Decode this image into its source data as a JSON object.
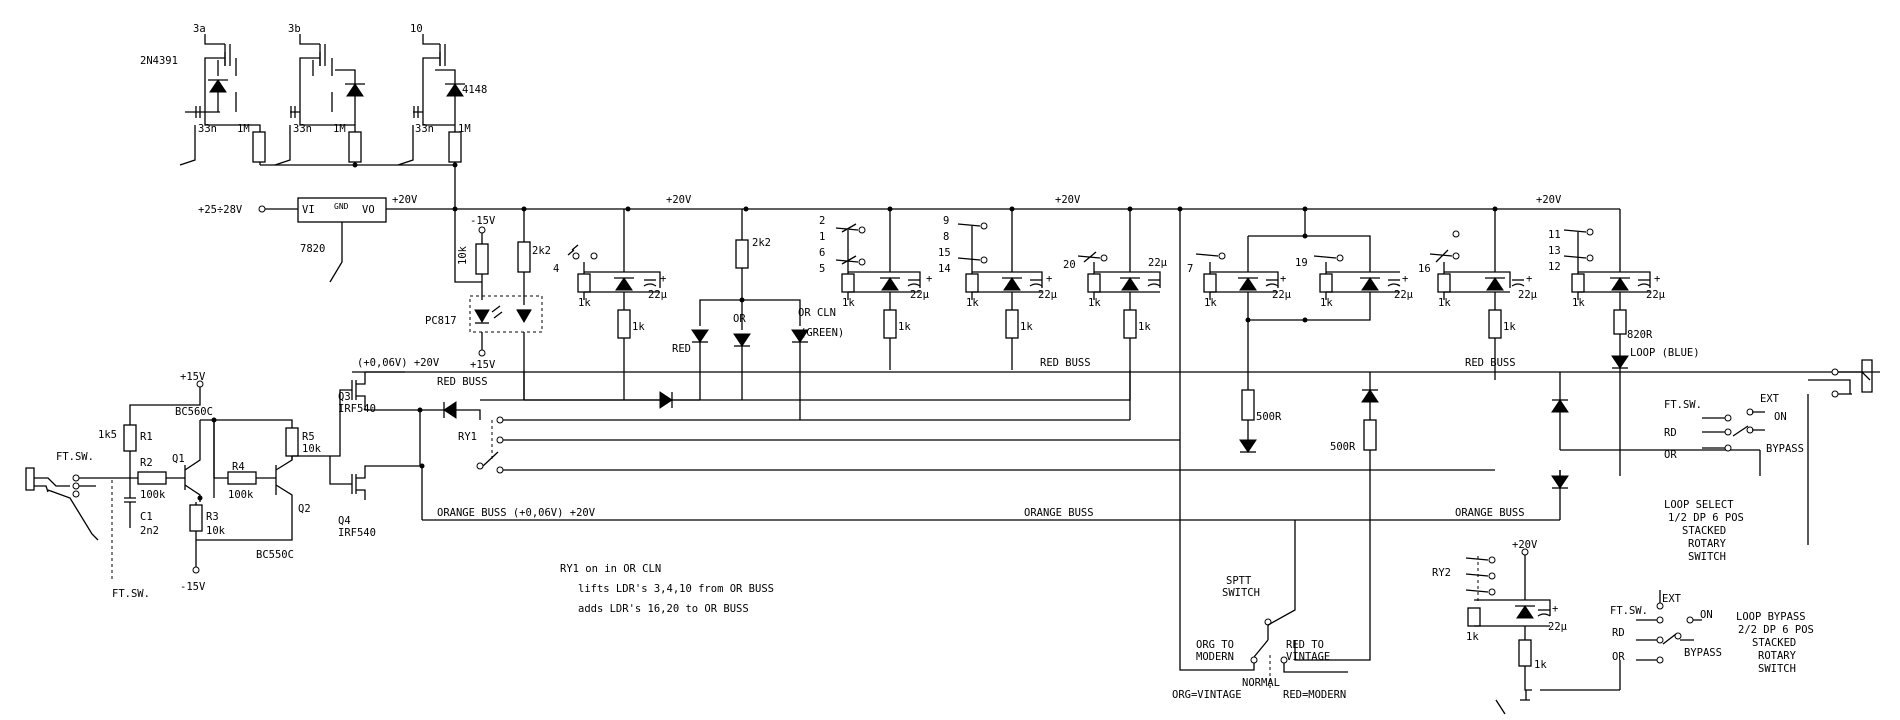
{
  "top_fets": {
    "fets": [
      {
        "pin": "3a",
        "part": "2N4391",
        "cap": "33n",
        "res": "1M",
        "diode": ""
      },
      {
        "pin": "3b",
        "part": "",
        "cap": "33n",
        "res": "1M",
        "diode": ""
      },
      {
        "pin": "10",
        "part": "",
        "cap": "33n",
        "res": "1M",
        "diode": "4148"
      }
    ]
  },
  "supply": {
    "input": "+25÷28V",
    "regulator": "7820",
    "reg_pins": [
      "VI",
      "GND",
      "VO"
    ],
    "rails": [
      "+20V",
      "+20V",
      "+20V",
      "+20V"
    ]
  },
  "optocoupler": {
    "part": "PC817",
    "neg": "-15V",
    "pos": "+15V",
    "res_a": "10k",
    "res_b": "2k2"
  },
  "ldr_stages": [
    {
      "pins": [
        "4"
      ],
      "res": "1k",
      "cap": "22µ",
      "load": "1k"
    },
    {
      "pins": [
        "2",
        "1",
        "6",
        "5"
      ],
      "res": "1k",
      "cap": "22µ",
      "load": "1k"
    },
    {
      "pins": [
        "9",
        "8",
        "15",
        "14"
      ],
      "res": "1k",
      "cap": "22µ",
      "load": "1k"
    },
    {
      "pins": [
        "20"
      ],
      "res": "1k",
      "cap": "22µ",
      "load": "1k"
    },
    {
      "pins": [
        "7"
      ],
      "res": "1k",
      "cap": "22µ",
      "load": "500R"
    },
    {
      "pins": [
        "19"
      ],
      "res": "1k",
      "cap": "22µ",
      "load": "500R"
    },
    {
      "pins": [
        "16"
      ],
      "res": "1k",
      "cap": "22µ",
      "load": "1k"
    },
    {
      "pins": [
        "11",
        "13",
        "12"
      ],
      "res": "1k",
      "cap": "22µ",
      "load": "820R"
    }
  ],
  "indicators": {
    "res": "2k2",
    "leds": [
      "RED",
      "OR",
      "OR CLN",
      "(GREEN)"
    ],
    "loop_led": "LOOP (BLUE)"
  },
  "buses": {
    "red": "RED BUSS",
    "orange": "ORANGE BUSS",
    "orange_full": "ORANGE BUSS (+0,06V) +20V",
    "red_offset": "(+0,06V) +20V"
  },
  "switch_driver": {
    "jack": "FT.SW.",
    "ft_label": "FT.SW.",
    "pos": "+15V",
    "neg": "-15V",
    "q1": "Q1",
    "q1_part": "BC560C",
    "q2": "Q2",
    "q2_part": "BC550C",
    "q3": "Q3",
    "q3_part": "IRF540",
    "q4": "Q4",
    "q4_part": "IRF540",
    "r1": "R1",
    "r1v": "1k5",
    "r2": "R2",
    "r2v": "100k",
    "r3": "R3",
    "r3v": "10k",
    "r4": "R4",
    "r4v": "100k",
    "r5": "R5",
    "r5v": "10k",
    "c1": "C1",
    "c1v": "2n2",
    "relay": "RY1"
  },
  "notes": [
    "RY1 on in OR CLN",
    "lifts LDR's 3,4,10 from OR BUSS",
    "adds LDR's 16,20 to OR BUSS"
  ],
  "spdt": {
    "title": [
      "SPTT",
      "SWITCH"
    ],
    "left": [
      "ORG TO",
      "MODERN"
    ],
    "right": [
      "RED TO",
      "VINTAGE"
    ],
    "normal": "NORMAL",
    "legend": [
      "ORG=VINTAGE",
      "RED=MODERN"
    ]
  },
  "loop_select": {
    "ft": "FT.SW.",
    "rd": "RD",
    "or": "OR",
    "ext": "EXT",
    "on": "ON",
    "bypass": "BYPASS",
    "title": [
      "LOOP SELECT",
      "1/2 DP 6 POS",
      "STACKED",
      "ROTARY",
      "SWITCH"
    ]
  },
  "loop_bypass": {
    "relay": "RY2",
    "rail": "+20V",
    "res": "1k",
    "cap": "22µ",
    "load": "1k",
    "ft": "FT.SW.",
    "rd": "RD",
    "or": "OR",
    "ext": "EXT",
    "on": "ON",
    "bypass": "BYPASS",
    "title": [
      "LOOP BYPASS",
      "2/2 DP 6 POS",
      "STACKED",
      "ROTARY",
      "SWITCH"
    ]
  }
}
